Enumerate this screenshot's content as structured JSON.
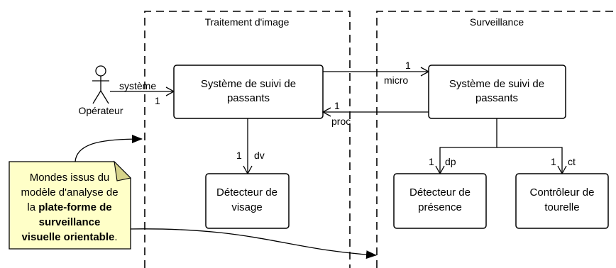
{
  "regions": {
    "left_title": "Traitement d'image",
    "right_title": "Surveillance"
  },
  "actor": {
    "label": "Opérateur"
  },
  "boxes": {
    "suivi_left": {
      "line1": "Système de suivi de",
      "line2": "passants"
    },
    "suivi_right": {
      "line1": "Système de suivi de",
      "line2": "passants"
    },
    "visage": {
      "line1": "Détecteur de",
      "line2": "visage"
    },
    "presence": {
      "line1": "Détecteur de",
      "line2": "présence"
    },
    "tourelle": {
      "line1": "Contrôleur de",
      "line2": "tourelle"
    }
  },
  "edges": {
    "systeme": {
      "role": "système",
      "mult": "1"
    },
    "micro": {
      "role": "micro",
      "mult": "1"
    },
    "proc": {
      "role": "proc",
      "mult": "1"
    },
    "dv": {
      "role": "dv",
      "mult": "1"
    },
    "dp": {
      "role": "dp",
      "mult": "1"
    },
    "ct": {
      "role": "ct",
      "mult": "1"
    }
  },
  "note": {
    "line1": "Mondes issus du",
    "line2": "modèle d'analyse de",
    "line3_prefix": "la ",
    "line3_bold": "plate-forme de",
    "line4_bold": "surveillance",
    "line5_bold": "visuelle orientable",
    "line5_suffix": "."
  },
  "colors": {
    "note_fill": "#FFFFC8",
    "note_fold": "#D6D38A",
    "stroke": "#000000"
  }
}
